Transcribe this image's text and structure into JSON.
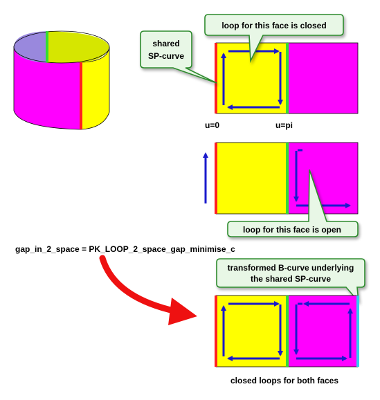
{
  "labels": {
    "loop_closed": "loop for this face is closed",
    "shared_line1": "shared",
    "shared_line2": "SP-curve",
    "u0": "u=0",
    "upi": "u=pi",
    "loop_open": "loop for this face is open",
    "code_variable": "gap_in_2_space",
    "code_rest": " = PK_LOOP_2_space_gap_minimise_c",
    "transformed_line1": "transformed B-curve underlying",
    "transformed_line2": "the shared SP-curve",
    "both_closed": "closed loops for both faces"
  },
  "colors": {
    "face_yellow": "#ffff00",
    "face_magenta": "#ff00ff",
    "cylinder_yellow": "#ffff00",
    "cylinder_magenta": "#ff00ff",
    "cylinder_top_yellow": "#d6e600",
    "cylinder_top_purple": "#9988dd",
    "edge_red": "#ff2020",
    "edge_green": "#33dd33",
    "edge_cyan": "#33ccee",
    "loop_arrow": "#1a1acc",
    "callout_fill": "#e8f7e6",
    "callout_stroke": "#2e8b2e",
    "big_arrow": "#ee1111"
  }
}
